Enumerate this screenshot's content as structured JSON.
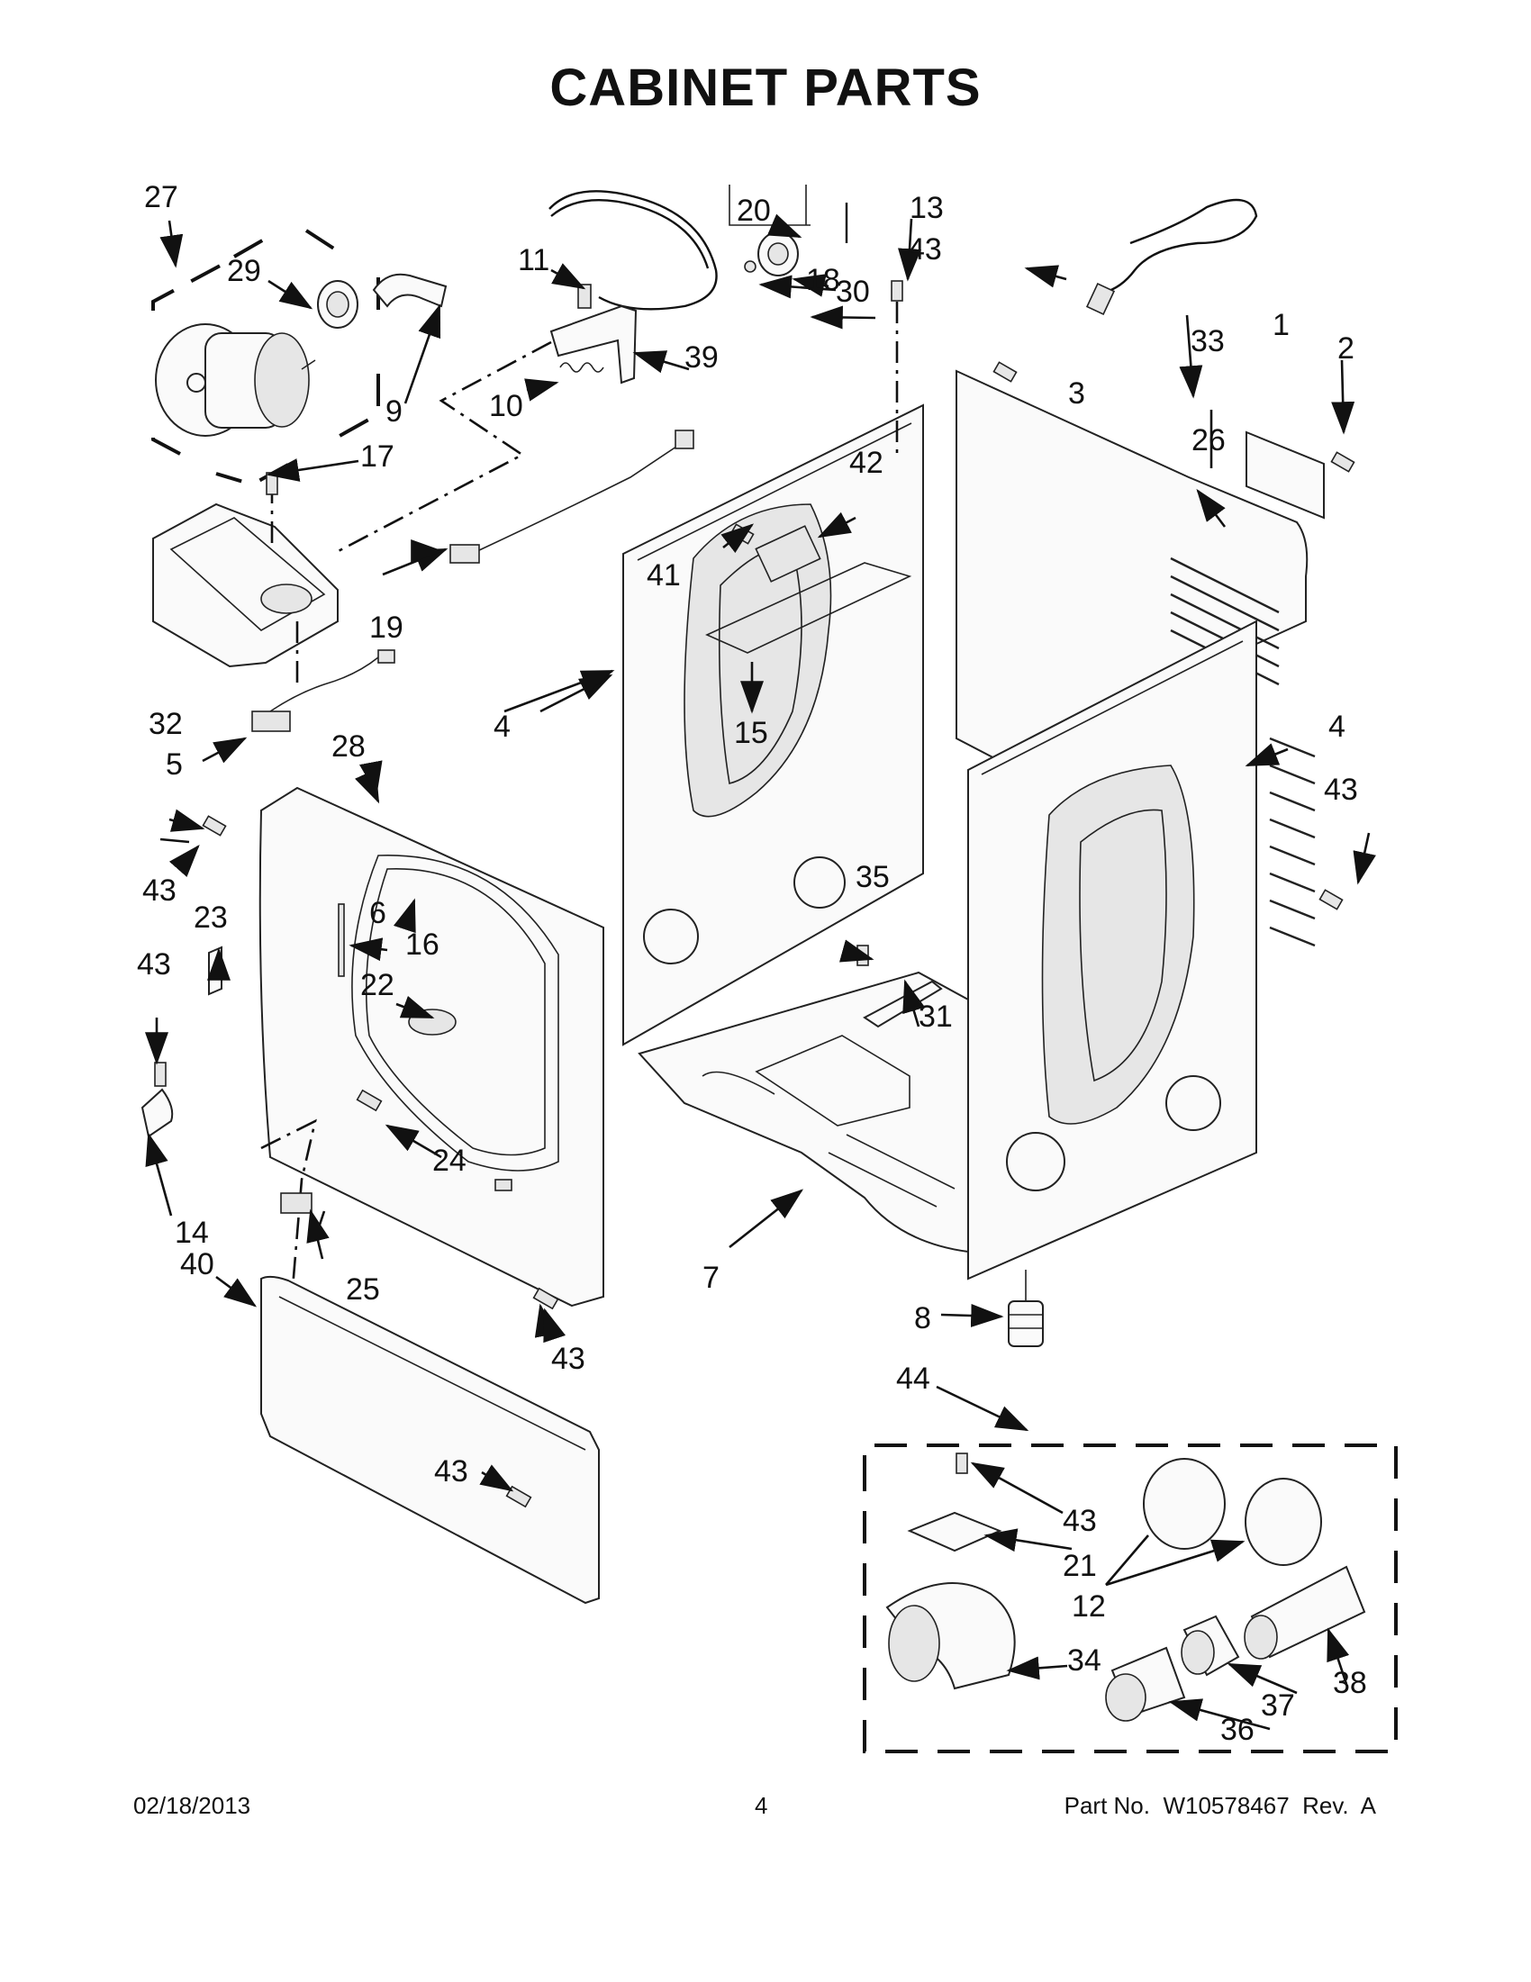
{
  "title": "CABINET PARTS",
  "footer": {
    "date": "02/18/2013",
    "page": "4",
    "part_no": "Part No.  W10578467  Rev.  A"
  },
  "part_labels": [
    "1",
    "2",
    "3",
    "4",
    "5",
    "6",
    "7",
    "8",
    "9",
    "10",
    "11",
    "12",
    "13",
    "14",
    "15",
    "16",
    "17",
    "18",
    "19",
    "20",
    "21",
    "22",
    "23",
    "24",
    "25",
    "26",
    "27",
    "28",
    "29",
    "30",
    "31",
    "32",
    "33",
    "34",
    "35",
    "36",
    "37",
    "38",
    "39",
    "40",
    "41",
    "42",
    "43",
    "44"
  ]
}
